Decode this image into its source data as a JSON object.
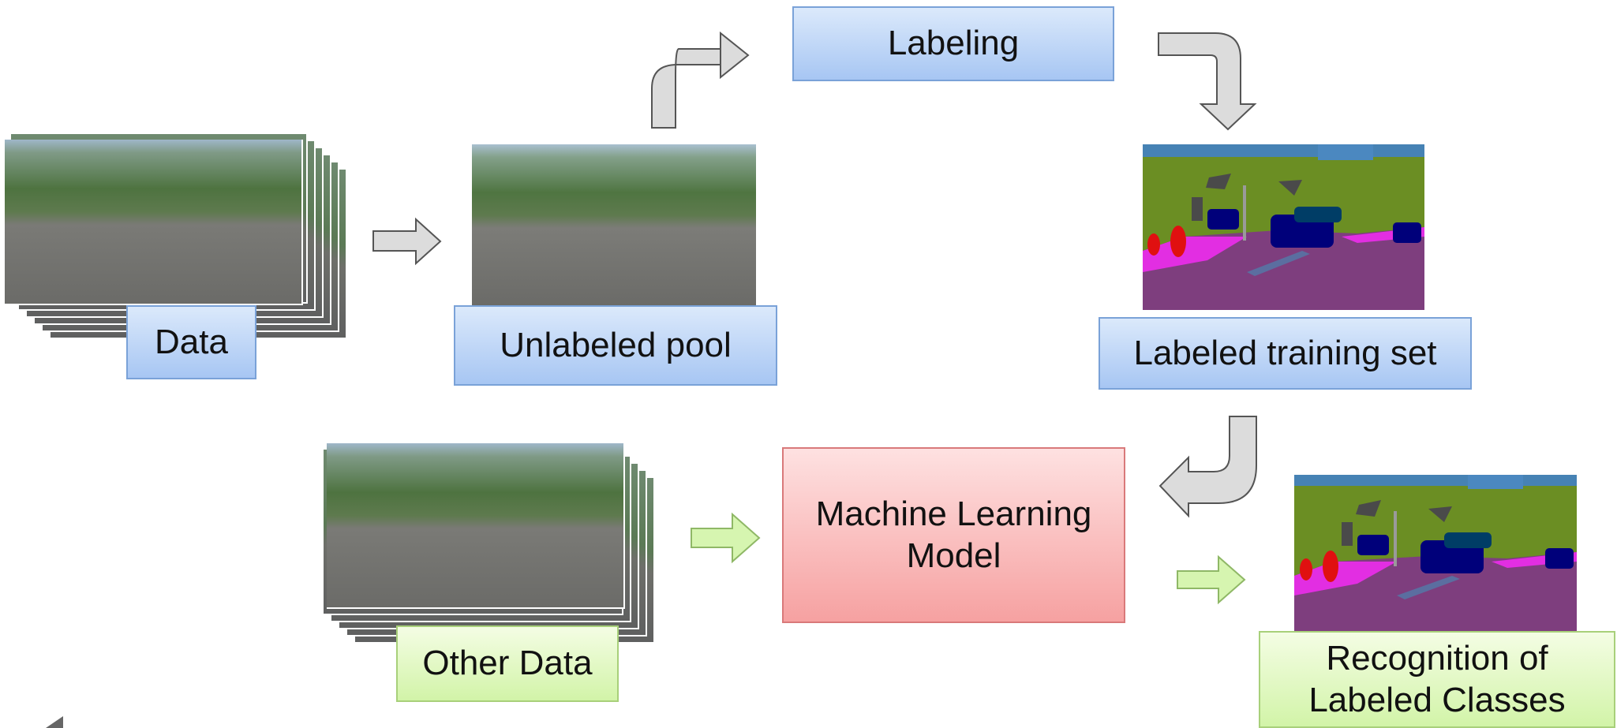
{
  "labels": {
    "labeling": "Labeling",
    "data": "Data",
    "unlabeled_pool": "Unlabeled pool",
    "labeled_training_set": "Labeled training set",
    "machine_learning_model": "Machine Learning Model",
    "other_data": "Other Data",
    "recognition": "Recognition of Labeled Classes"
  },
  "colors": {
    "blue_box": "#b8d2f6",
    "green_box": "#dcf7b9",
    "red_box": "#f9b9b9",
    "gray_arrow": "#d9d9d9",
    "green_arrow": "#d6f5b0"
  }
}
